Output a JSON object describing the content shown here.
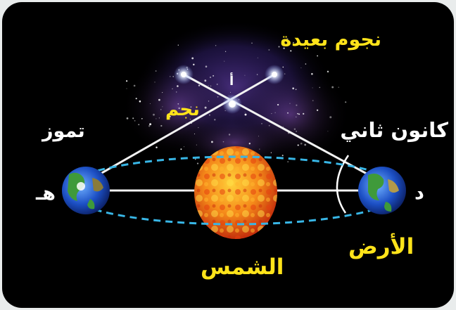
{
  "labels": {
    "distant_stars": "نجوم بعيدة",
    "point_a": "أ",
    "star": "نجم",
    "july": "تموز",
    "january": "كانون ثاني",
    "point_h": "هـ",
    "point_d": "د",
    "earth": "الأرض",
    "sun": "الشمس"
  },
  "colors": {
    "accent": "#ffe31a",
    "orbit": "#38b6e6",
    "background": "#000000"
  }
}
